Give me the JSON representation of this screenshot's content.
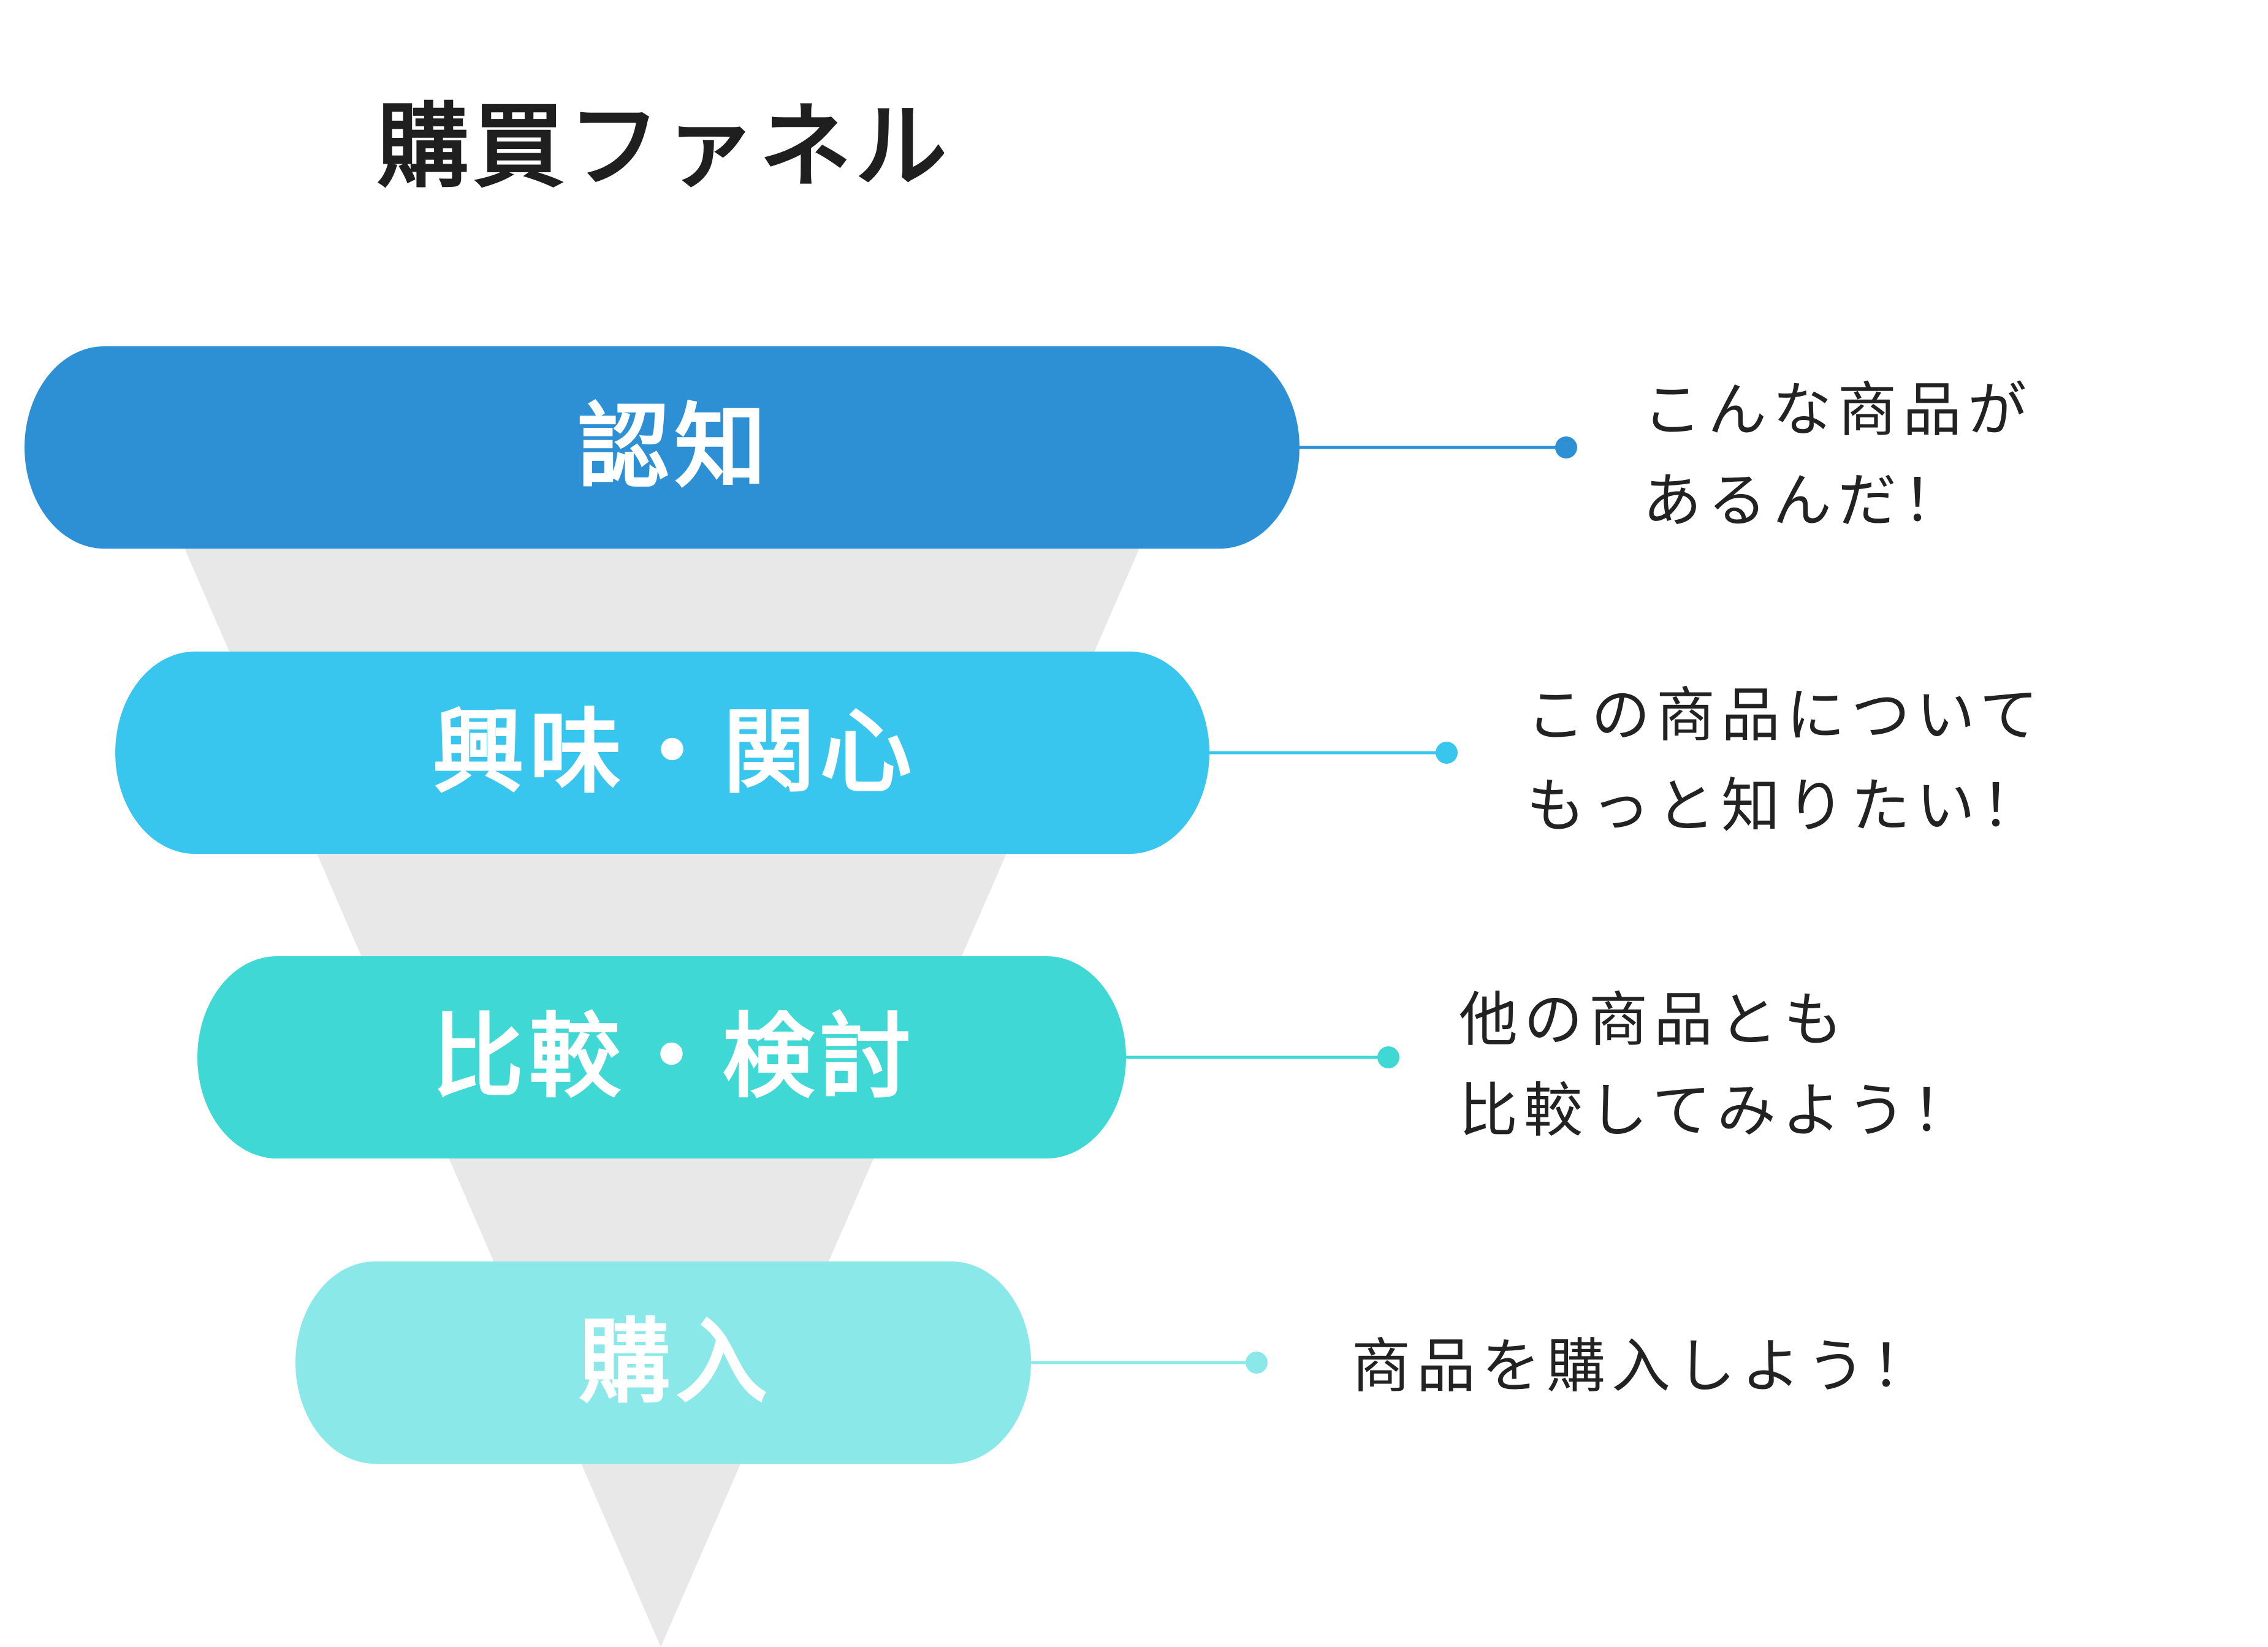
{
  "title": "購買ファネル",
  "colors": {
    "funnel": "#e8e8e8",
    "awareness": "#2e90d4",
    "interest": "#38c6ef",
    "comparison": "#3fd8d4",
    "purchase": "#8ae8e8"
  },
  "stages": [
    {
      "label": "認知",
      "color": "#2e90d4",
      "desc": [
        "こんな商品が",
        "あるんだ！"
      ]
    },
    {
      "label": "興味・関心",
      "color": "#38c6ef",
      "desc": [
        "この商品について",
        "もっと知りたい！"
      ]
    },
    {
      "label": "比較・検討",
      "color": "#3fd8d4",
      "desc": [
        "他の商品とも",
        "比較してみよう！"
      ]
    },
    {
      "label": "購入",
      "color": "#8ae8e8",
      "desc": [
        "商品を購入しよう！"
      ]
    }
  ]
}
